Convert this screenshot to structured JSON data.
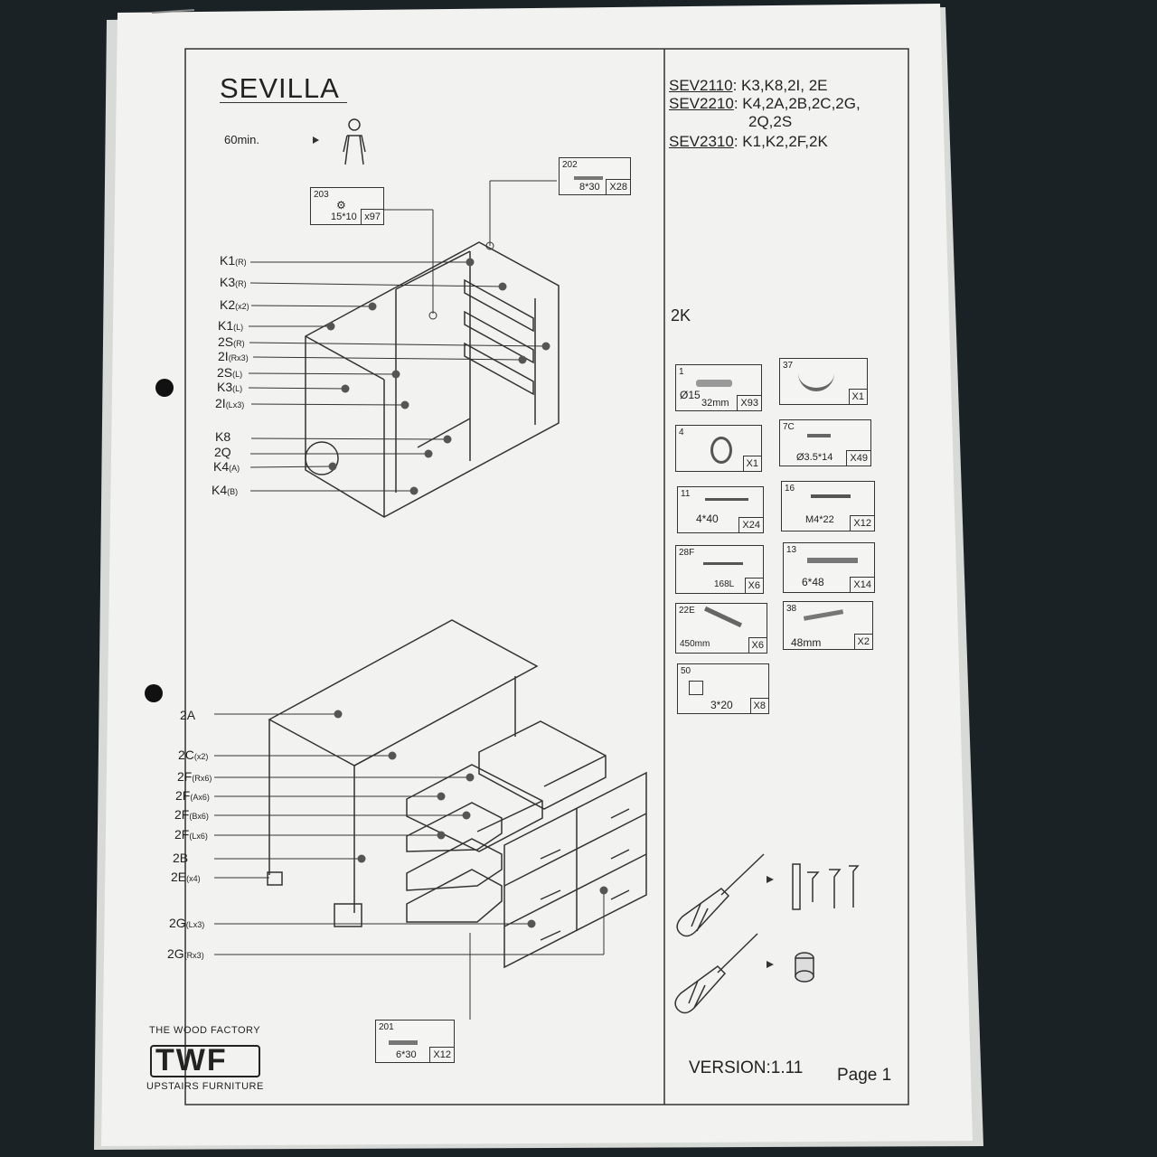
{
  "title": "SEVILLA",
  "time": "60min.",
  "models": [
    {
      "code": "SEV2110",
      "parts": "K3,K8,2I, 2E"
    },
    {
      "code": "SEV2210",
      "parts": "K4,2A,2B,2C,2G,",
      "cont": "2Q,2S"
    },
    {
      "code": "SEV2310",
      "parts": "K1,K2,2F,2K"
    }
  ],
  "top_labels": [
    {
      "t": "K1",
      "s": "(R)"
    },
    {
      "t": "K3",
      "s": "(R)"
    },
    {
      "t": "K2",
      "s": "(x2)"
    },
    {
      "t": "K1",
      "s": "(L)"
    },
    {
      "t": "2S",
      "s": "(R)"
    },
    {
      "t": "2I",
      "s": "(Rx3)"
    },
    {
      "t": "2S",
      "s": "(L)"
    },
    {
      "t": "K3",
      "s": "(L)"
    },
    {
      "t": "2I",
      "s": "(Lx3)"
    },
    {
      "t": "K8",
      "s": ""
    },
    {
      "t": "2Q",
      "s": ""
    },
    {
      "t": "K4",
      "s": "(A)"
    },
    {
      "t": "K4",
      "s": "(B)"
    }
  ],
  "bottom_labels": [
    {
      "t": "2A",
      "s": ""
    },
    {
      "t": "2C",
      "s": "(x2)"
    },
    {
      "t": "2F",
      "s": "(Rx6)"
    },
    {
      "t": "2F",
      "s": "(Ax6)"
    },
    {
      "t": "2F",
      "s": "(Bx6)"
    },
    {
      "t": "2F",
      "s": "(Lx6)"
    },
    {
      "t": "2B",
      "s": ""
    },
    {
      "t": "2E",
      "s": "(x4)"
    },
    {
      "t": "2G",
      "s": "(Lx3)"
    },
    {
      "t": "2G",
      "s": "(Rx3)"
    }
  ],
  "callouts": {
    "b203": {
      "num": "203",
      "spec": "15*10",
      "qty": "x97"
    },
    "b202": {
      "num": "202",
      "spec": "8*30",
      "qty": "X28"
    },
    "b201": {
      "num": "201",
      "spec": "6*30",
      "qty": "X12"
    }
  },
  "side_label": "2K",
  "hardware": [
    {
      "num": "1",
      "spec": "Ø15",
      "spec2": "32mm",
      "qty": "X93",
      "icon": "cam-bolt-icon"
    },
    {
      "num": "37",
      "spec": "",
      "spec2": "",
      "qty": "X1",
      "icon": "curved-handle-icon"
    },
    {
      "num": "4",
      "spec": "",
      "spec2": "",
      "qty": "X1",
      "icon": "rubber-ring-icon"
    },
    {
      "num": "7C",
      "spec": "Ø3.5*14",
      "spec2": "",
      "qty": "X49",
      "icon": "small-screw-icon"
    },
    {
      "num": "11",
      "spec": "4*40",
      "spec2": "",
      "qty": "X24",
      "icon": "long-screw-icon"
    },
    {
      "num": "16",
      "spec": "M4*22",
      "spec2": "",
      "qty": "X12",
      "icon": "machine-screw-icon"
    },
    {
      "num": "28F",
      "spec": "168L",
      "spec2": "",
      "qty": "X6",
      "icon": "bar-handle-icon"
    },
    {
      "num": "13",
      "spec": "6*48",
      "spec2": "",
      "qty": "X14",
      "icon": "threaded-bolt-icon"
    },
    {
      "num": "22E",
      "spec": "450mm",
      "spec2": "",
      "qty": "X6",
      "icon": "drawer-runner-icon"
    },
    {
      "num": "38",
      "spec": "48mm",
      "spec2": "",
      "qty": "X2",
      "icon": "connector-bolt-icon"
    },
    {
      "num": "50",
      "spec": "3*20",
      "spec2": "",
      "qty": "X8",
      "icon": "bracket-icon"
    }
  ],
  "brand": {
    "top": "THE WOOD FACTORY",
    "logo": "TWF",
    "bottom": "UPSTAIRS FURNITURE"
  },
  "version": "VERSION:1.11",
  "page": "Page 1"
}
